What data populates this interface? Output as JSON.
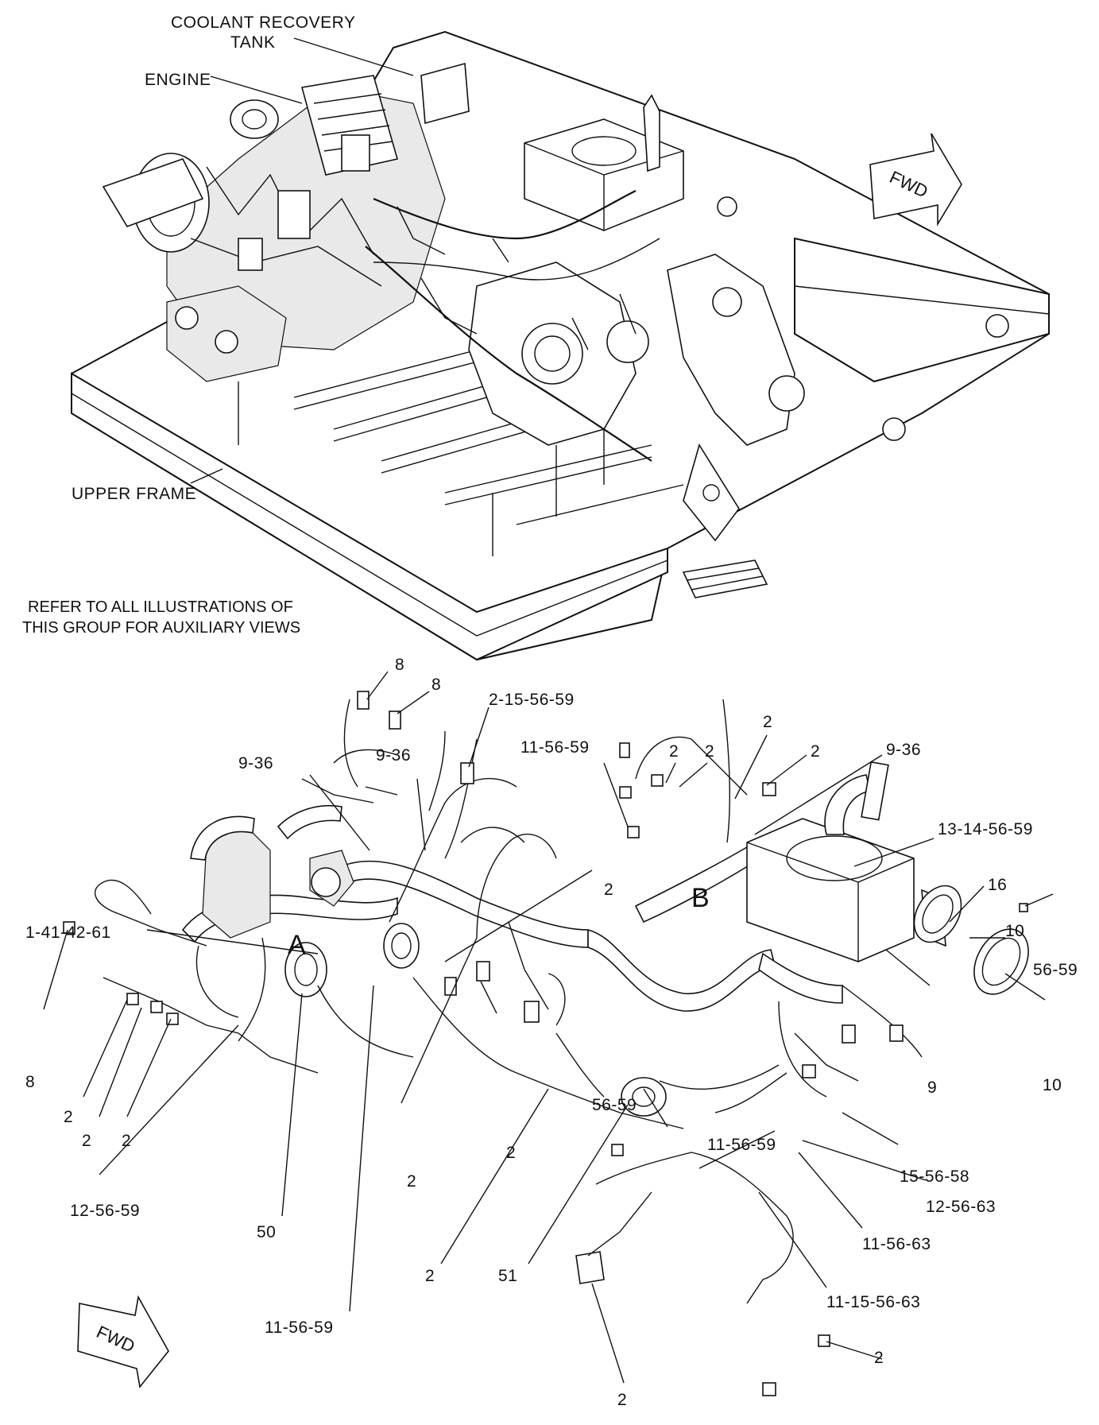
{
  "labels": {
    "coolant_tank_line1": "COOLANT RECOVERY",
    "coolant_tank_line2": "TANK",
    "engine": "ENGINE",
    "upper_frame": "UPPER FRAME",
    "fwd_top": "FWD",
    "fwd_bottom": "FWD",
    "note_line1": "REFER TO ALL ILLUSTRATIONS OF",
    "note_line2": "THIS GROUP FOR AUXILIARY VIEWS",
    "view_a": "A",
    "view_b": "B"
  },
  "callouts": [
    "8",
    "8",
    "2-15-56-59",
    "11-56-59",
    "2",
    "2",
    "2",
    "2",
    "9-36",
    "9-36",
    "9-36",
    "13-14-56-59",
    "2",
    "16",
    "1-41-42-61",
    "10",
    "56-59",
    "8",
    "9",
    "10",
    "2",
    "2",
    "2",
    "12-56-59",
    "2",
    "56-59",
    "11-56-59",
    "15-56-58",
    "2",
    "12-56-63",
    "50",
    "11-56-63",
    "2",
    "51",
    "11-15-56-63",
    "11-56-59",
    "2",
    "2"
  ],
  "colors": {
    "line": "#111111",
    "background": "#ffffff",
    "shade": "#e9e9e9"
  }
}
